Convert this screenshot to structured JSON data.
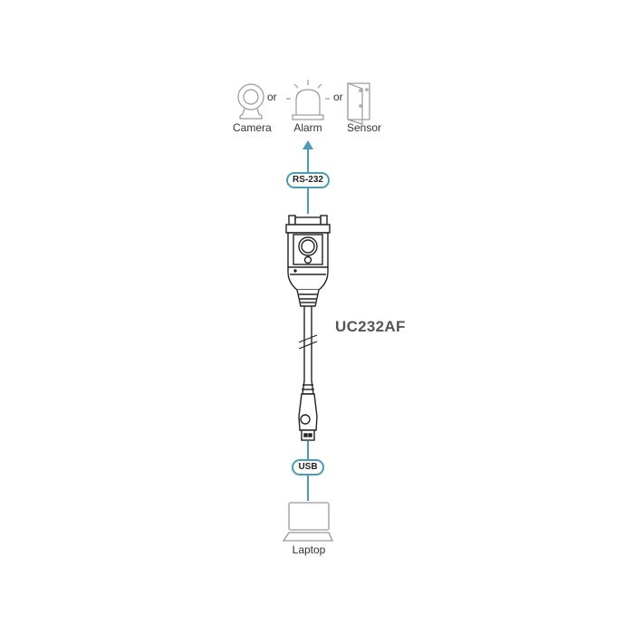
{
  "devices": {
    "camera": {
      "label": "Camera",
      "icon": "camera-icon"
    },
    "alarm": {
      "label": "Alarm",
      "icon": "alarm-light-icon"
    },
    "sensor": {
      "label": "Sensor",
      "icon": "door-sensor-icon"
    },
    "separator": "or"
  },
  "connections": {
    "serial": {
      "label": "RS-232"
    },
    "usb": {
      "label": "USB"
    }
  },
  "adapter": {
    "model": "UC232AF",
    "icon": "usb-to-serial-adapter-icon"
  },
  "host": {
    "label": "Laptop",
    "icon": "laptop-icon"
  },
  "colors": {
    "connector_line": "#4a9bb5",
    "outline": "#888888",
    "device_outline": "#222222",
    "text": "#333333"
  }
}
